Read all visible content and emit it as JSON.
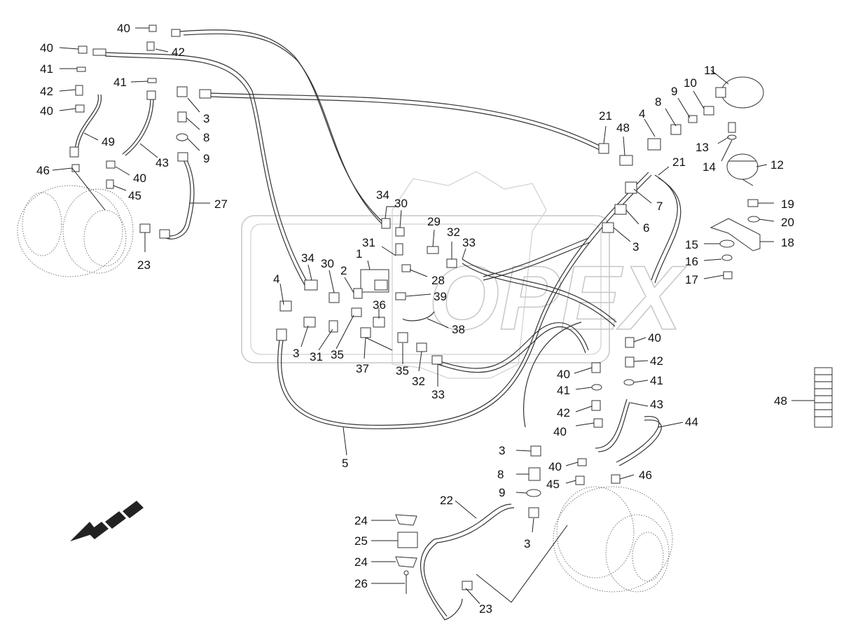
{
  "watermark": {
    "text": "OPEX"
  },
  "labels": [
    {
      "id": "l40a",
      "text": "40"
    },
    {
      "id": "l42a",
      "text": "42"
    },
    {
      "id": "l40b",
      "text": "40"
    },
    {
      "id": "l41a",
      "text": "41"
    },
    {
      "id": "l42b",
      "text": "42"
    },
    {
      "id": "l40c",
      "text": "40"
    },
    {
      "id": "l41b",
      "text": "41"
    },
    {
      "id": "l3a",
      "text": "3"
    },
    {
      "id": "l8a",
      "text": "8"
    },
    {
      "id": "l9a",
      "text": "9"
    },
    {
      "id": "l49",
      "text": "49"
    },
    {
      "id": "l43a",
      "text": "43"
    },
    {
      "id": "l46a",
      "text": "46"
    },
    {
      "id": "l40d",
      "text": "40"
    },
    {
      "id": "l45a",
      "text": "45"
    },
    {
      "id": "l27",
      "text": "27"
    },
    {
      "id": "l23a",
      "text": "23"
    },
    {
      "id": "l11",
      "text": "11"
    },
    {
      "id": "l10",
      "text": "10"
    },
    {
      "id": "l9b",
      "text": "9"
    },
    {
      "id": "l8b",
      "text": "8"
    },
    {
      "id": "l4a",
      "text": "4"
    },
    {
      "id": "l21a",
      "text": "21"
    },
    {
      "id": "l48a",
      "text": "48"
    },
    {
      "id": "l13",
      "text": "13"
    },
    {
      "id": "l14",
      "text": "14"
    },
    {
      "id": "l12",
      "text": "12"
    },
    {
      "id": "l21b",
      "text": "21"
    },
    {
      "id": "l7",
      "text": "7"
    },
    {
      "id": "l6",
      "text": "6"
    },
    {
      "id": "l3b",
      "text": "3"
    },
    {
      "id": "l19",
      "text": "19"
    },
    {
      "id": "l20",
      "text": "20"
    },
    {
      "id": "l18",
      "text": "18"
    },
    {
      "id": "l15",
      "text": "15"
    },
    {
      "id": "l16",
      "text": "16"
    },
    {
      "id": "l17",
      "text": "17"
    },
    {
      "id": "l34a",
      "text": "34"
    },
    {
      "id": "l30a",
      "text": "30"
    },
    {
      "id": "l29",
      "text": "29"
    },
    {
      "id": "l32a",
      "text": "32"
    },
    {
      "id": "l33a",
      "text": "33"
    },
    {
      "id": "l31a",
      "text": "31"
    },
    {
      "id": "l1",
      "text": "1"
    },
    {
      "id": "l34b",
      "text": "34"
    },
    {
      "id": "l30b",
      "text": "30"
    },
    {
      "id": "l2",
      "text": "2"
    },
    {
      "id": "l28",
      "text": "28"
    },
    {
      "id": "l39",
      "text": "39"
    },
    {
      "id": "l36",
      "text": "36"
    },
    {
      "id": "l38",
      "text": "38"
    },
    {
      "id": "l4b",
      "text": "4"
    },
    {
      "id": "l3c",
      "text": "3"
    },
    {
      "id": "l31b",
      "text": "31"
    },
    {
      "id": "l35a",
      "text": "35"
    },
    {
      "id": "l37",
      "text": "37"
    },
    {
      "id": "l35b",
      "text": "35"
    },
    {
      "id": "l32b",
      "text": "32"
    },
    {
      "id": "l33b",
      "text": "33"
    },
    {
      "id": "l5",
      "text": "5"
    },
    {
      "id": "l40e",
      "text": "40"
    },
    {
      "id": "l42c",
      "text": "42"
    },
    {
      "id": "l40f",
      "text": "40"
    },
    {
      "id": "l41c",
      "text": "41"
    },
    {
      "id": "l41d",
      "text": "41"
    },
    {
      "id": "l42d",
      "text": "42"
    },
    {
      "id": "l43b",
      "text": "43"
    },
    {
      "id": "l40g",
      "text": "40"
    },
    {
      "id": "l44",
      "text": "44"
    },
    {
      "id": "l48b",
      "text": "48"
    },
    {
      "id": "l3d",
      "text": "3"
    },
    {
      "id": "l40h",
      "text": "40"
    },
    {
      "id": "l8c",
      "text": "8"
    },
    {
      "id": "l45b",
      "text": "45"
    },
    {
      "id": "l46b",
      "text": "46"
    },
    {
      "id": "l9c",
      "text": "9"
    },
    {
      "id": "l22",
      "text": "22"
    },
    {
      "id": "l24a",
      "text": "24"
    },
    {
      "id": "l25",
      "text": "25"
    },
    {
      "id": "l24b",
      "text": "24"
    },
    {
      "id": "l3e",
      "text": "3"
    },
    {
      "id": "l26",
      "text": "26"
    },
    {
      "id": "l23b",
      "text": "23"
    }
  ]
}
